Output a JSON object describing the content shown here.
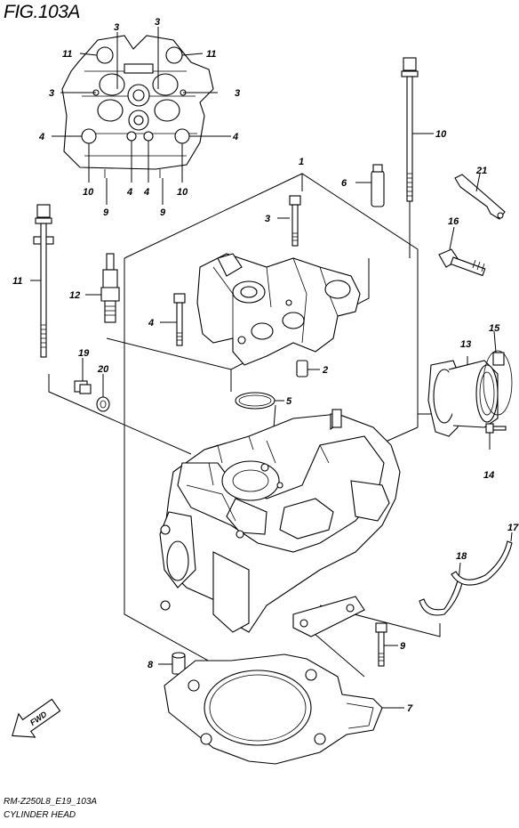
{
  "figure": {
    "title": "FIG.103A",
    "code": "RM-Z250L8_E19_103A",
    "caption": "CYLINDER HEAD",
    "fwd_label": "FWD"
  },
  "callouts": [
    "1",
    "2",
    "3",
    "4",
    "5",
    "6",
    "7",
    "8",
    "9",
    "10",
    "11",
    "12",
    "13",
    "14",
    "15",
    "16",
    "17",
    "18",
    "19",
    "20",
    "21"
  ]
}
